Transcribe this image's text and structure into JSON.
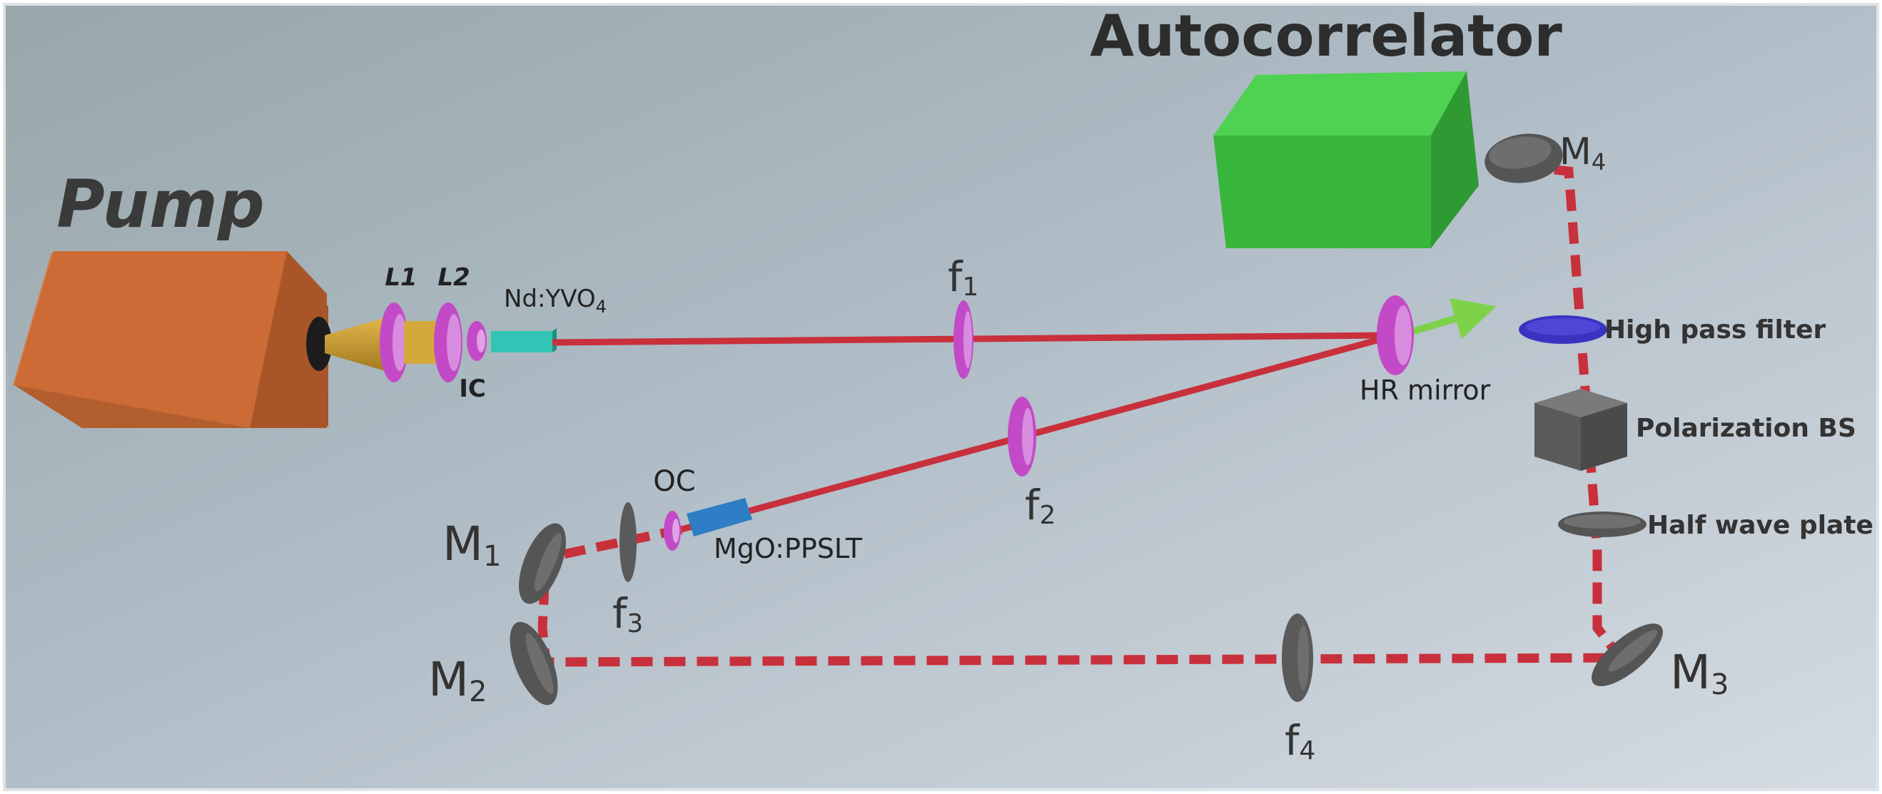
{
  "labels": {
    "pump": "Pump",
    "autocorrelator": "Autocorrelator",
    "l1": "L1",
    "l2": "L2",
    "ic": "IC",
    "crystal": "Nd:YVO",
    "crystal_sub": "4",
    "f1": "f",
    "f1_sub": "1",
    "f2": "f",
    "f2_sub": "2",
    "f3": "f",
    "f3_sub": "3",
    "f4": "f",
    "f4_sub": "4",
    "hr_mirror": "HR mirror",
    "oc": "OC",
    "mgo": "MgO:PPSLT",
    "m1": "M",
    "m1_sub": "1",
    "m2": "M",
    "m2_sub": "2",
    "m3": "M",
    "m3_sub": "3",
    "m4": "M",
    "m4_sub": "4",
    "high_pass": "High pass filter",
    "pol_bs": "Polarization BS",
    "half_wave": "Half wave plate"
  },
  "colors": {
    "pump_box": "#cf6d35",
    "autocorrelator_box": "#38b63c",
    "lens_magenta": "#c34ac6",
    "beam_red": "#c8303c",
    "optic_gray": "#5a5a5a",
    "filter_blue": "#3a33c0",
    "crystal_teal": "#32c4b4",
    "crystal_blue": "#2d7ec4",
    "output_arrow": "#7ed24a"
  }
}
